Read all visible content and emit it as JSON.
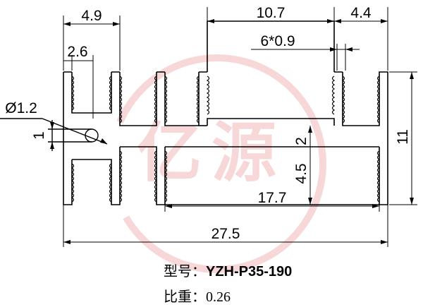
{
  "watermark": {
    "text": "亿源",
    "color": "#f2b8b8"
  },
  "dimensions": {
    "top_width": "4.9",
    "top_slot": "2.6",
    "bore_diameter": "Ø1.2",
    "bore_offset": "1",
    "right_channel": "10.7",
    "right_rib": "4.4",
    "fins": "6*0.9",
    "gap": "2",
    "lower_height": "4.5",
    "lower_width": "17.7",
    "total_height": "11",
    "total_width": "27.5"
  },
  "caption": {
    "model_label": "型号：",
    "model_value": "YZH-P35-190",
    "density_label": "比重：",
    "density_value": "0.26"
  }
}
